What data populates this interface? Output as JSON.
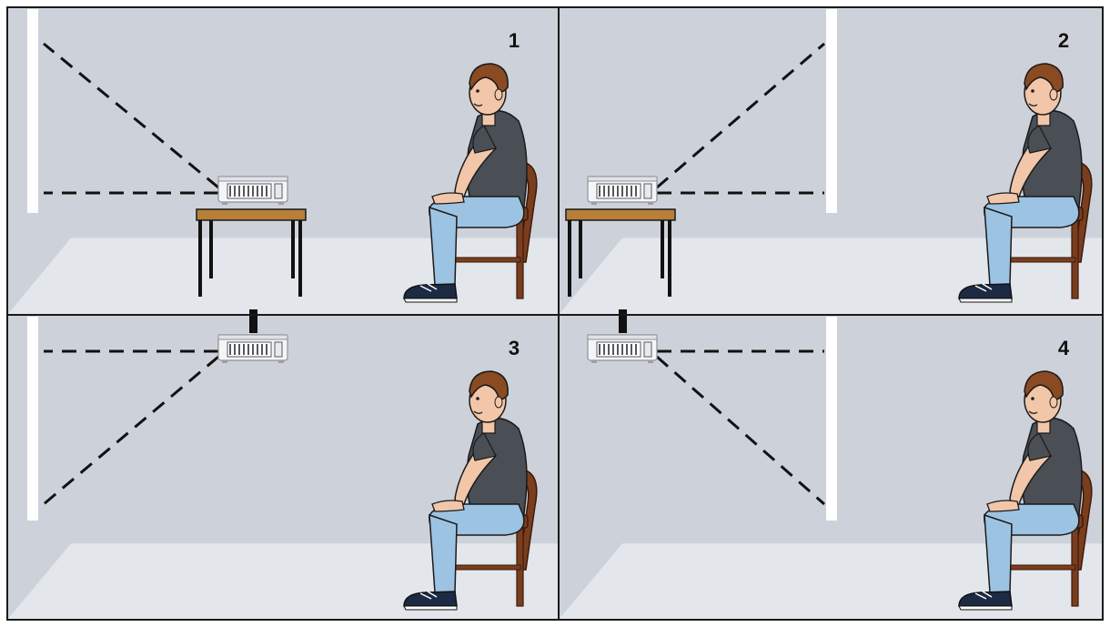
{
  "panels": [
    {
      "number": "1",
      "projector_mount": "table",
      "screen_side": "left",
      "projection": "upward"
    },
    {
      "number": "2",
      "projector_mount": "table",
      "screen_side": "right",
      "projection": "upward"
    },
    {
      "number": "3",
      "projector_mount": "ceiling",
      "screen_side": "left",
      "projection": "downward"
    },
    {
      "number": "4",
      "projector_mount": "ceiling",
      "screen_side": "right",
      "projection": "downward"
    }
  ],
  "colors": {
    "wall": "#cdd2da",
    "floor": "#e3e6ea",
    "screen": "#ffffff",
    "frame": "#1a1a1a",
    "table_top": "#b77f3a",
    "chair": "#7a3e1f",
    "shirt": "#4a4e55",
    "jeans": "#9dc3e2",
    "hair": "#8a4a22",
    "skin": "#f2c6a8",
    "shoes": "#1d2a44"
  }
}
